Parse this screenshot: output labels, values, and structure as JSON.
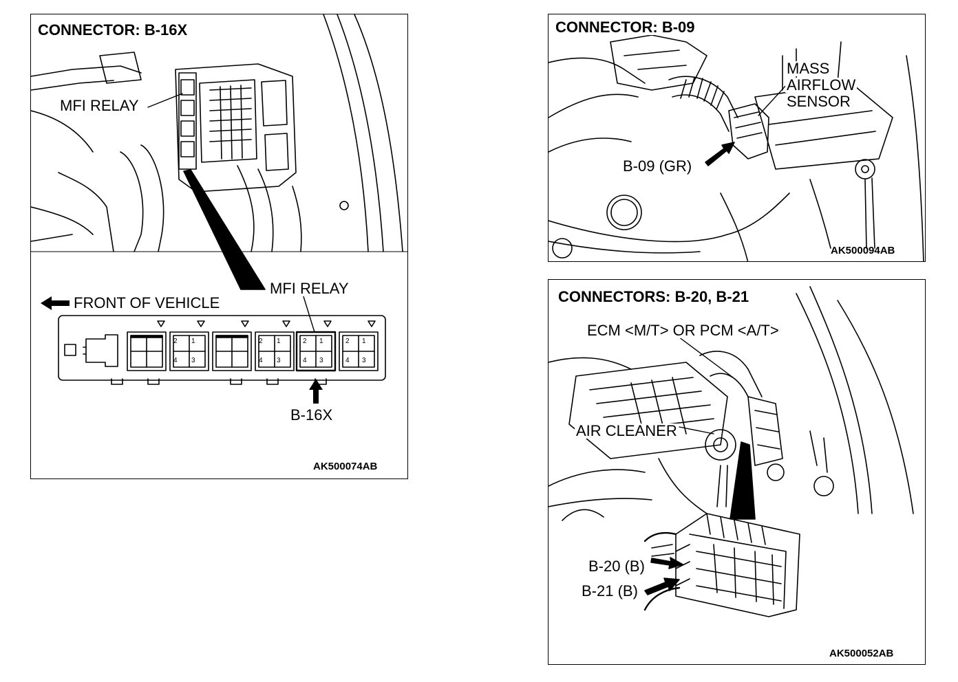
{
  "panels": [
    {
      "title": "CONNECTOR: B-16X",
      "labels": {
        "mfi_relay_top": "MFI RELAY",
        "mfi_relay_box": "MFI RELAY",
        "front_of_vehicle": "FRONT OF VEHICLE",
        "connector": "B-16X"
      },
      "relay_pins": [
        "2",
        "1",
        "4",
        "3"
      ],
      "code": "AK500074AB"
    },
    {
      "title": "CONNECTOR: B-09",
      "labels": {
        "sensor_line1": "MASS",
        "sensor_line2": "AIRFLOW",
        "sensor_line3": "SENSOR",
        "connector": "B-09 (GR)"
      },
      "code": "AK500094AB"
    },
    {
      "title": "CONNECTORS: B-20, B-21",
      "labels": {
        "ecm": "ECM <M/T> OR PCM <A/T>",
        "air_cleaner": "AIR CLEANER",
        "connector_b20": "B-20 (B)",
        "connector_b21": "B-21 (B)"
      },
      "code": "AK500052AB"
    }
  ]
}
